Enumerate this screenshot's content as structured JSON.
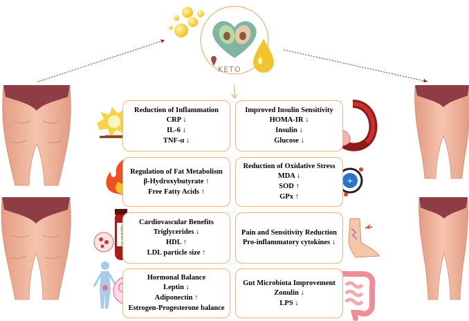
{
  "logo": {
    "text": "KETO"
  },
  "boxes": [
    {
      "id": "inflammation",
      "title": "Reduction of Inflammation",
      "lines": [
        "CRP ↓",
        "IL-6 ↓",
        "TNF-α ↓"
      ]
    },
    {
      "id": "insulin",
      "title": "Improved Insulin Sensitivity",
      "lines": [
        "HOMA-IR ↓",
        "Insulin ↓",
        "Glucose ↓"
      ]
    },
    {
      "id": "fat",
      "title": "Regulation of Fat Metabolism",
      "lines": [
        "β-Hydroxybutyrate ↑",
        "Free Fatty Acids ↑"
      ]
    },
    {
      "id": "oxidative",
      "title": "Reduction of Oxidative Stress",
      "lines": [
        "MDA ↓",
        "SOD ↑",
        "GPx ↑"
      ]
    },
    {
      "id": "cardio",
      "title": "Cardiovascular Benefits",
      "lines": [
        "Triglycerides ↓",
        "HDL ↑",
        "LDL particle size ↑"
      ]
    },
    {
      "id": "pain",
      "title": "Pain and Sensitivity Reduction",
      "lines": [
        "Pro-inflammatory cytokines ↓"
      ]
    },
    {
      "id": "hormonal",
      "title": "Hormonal Balance",
      "lines": [
        "Leptin ↓",
        "Adiponectin ↑",
        "Estrogen-Progesterone balance"
      ]
    },
    {
      "id": "gut",
      "title": "Gut Microbiota Improvement",
      "lines": [
        "Zonulin ↓",
        "LPS ↓"
      ]
    }
  ],
  "tube_label": "Triglyceride Test",
  "colors": {
    "box_border": "#f3b27a",
    "arrow": "#9b1b1b",
    "skin": "#f0b79e",
    "underwear": "#8f3d45"
  }
}
